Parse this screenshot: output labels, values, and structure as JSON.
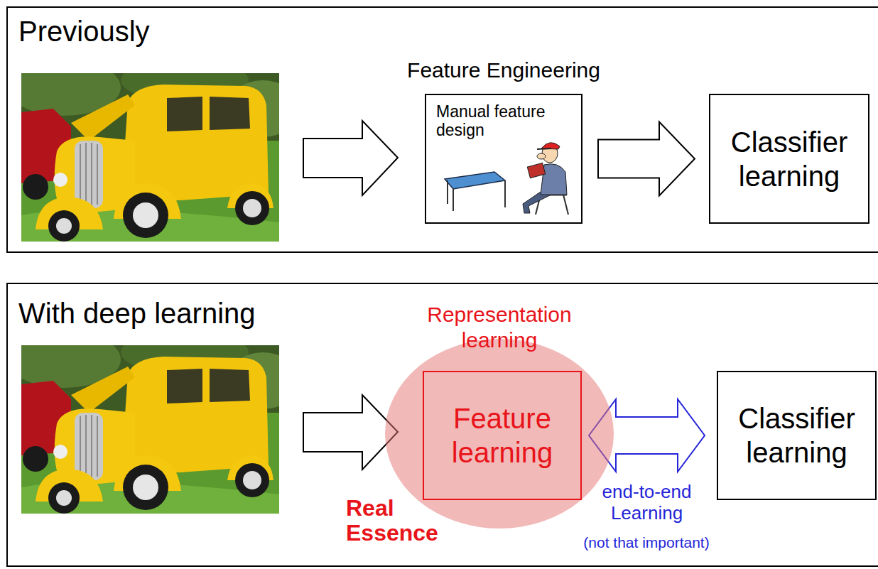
{
  "diagram": {
    "nodes": [
      {
        "text": [
          "Previously"
        ]
      },
      {
        "text": [
          "Feature Engineering",
          "Manual feature design"
        ],
        "in": 0
      },
      {
        "text": [
          "Classifier learning"
        ],
        "in": 0
      },
      {
        "text": [
          "With deep learning"
        ]
      },
      {
        "text": [
          "Representation learning"
        ],
        "in": 3
      },
      {
        "text": [
          "Feature learning"
        ],
        "in": 4
      },
      {
        "text": [
          "Classifier learning"
        ],
        "in": 3
      }
    ],
    "edges": [
      {
        "from": 1,
        "to": 2,
        "arrow": "to"
      },
      {
        "from": 5,
        "to": 6,
        "arrow": "both",
        "label": "end-to-end Learning"
      }
    ],
    "labels": [
      "Real Essence",
      "(not that important)"
    ]
  }
}
